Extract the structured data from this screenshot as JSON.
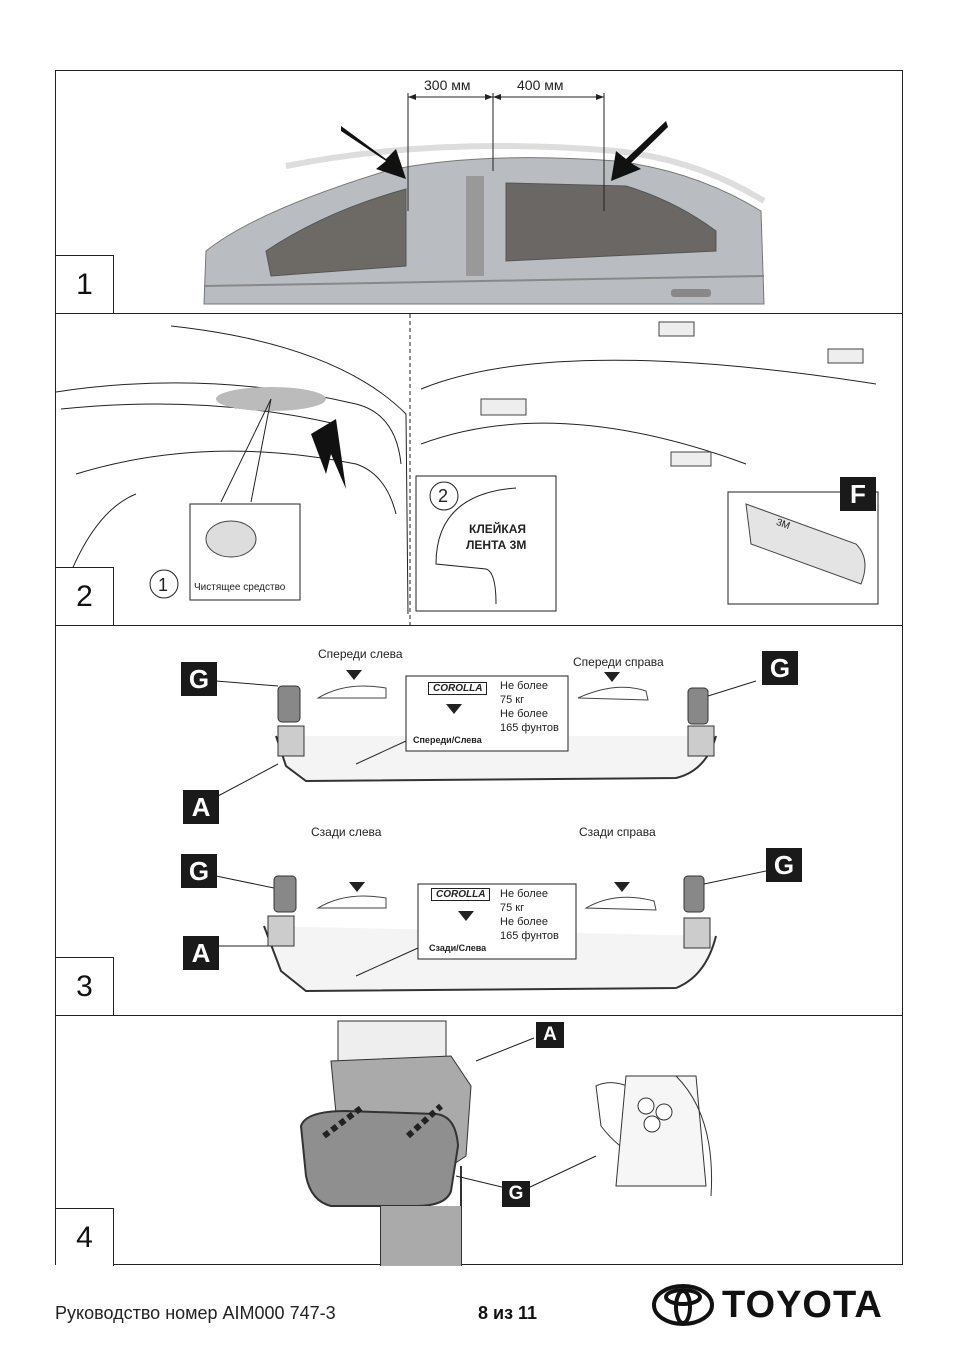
{
  "panel1": {
    "number": "1",
    "dim_left": "300 мм",
    "dim_right": "400 мм"
  },
  "panel2": {
    "number": "2",
    "step1_circle": "1",
    "step1_caption": "Чистящее средство",
    "step2_circle": "2",
    "tape_line1": "КЛЕЙКАЯ",
    "tape_line2": "ЛЕНТА 3М",
    "label_f": "F",
    "tape_brand": "3M"
  },
  "panel3": {
    "number": "3",
    "front_left": "Спереди слева",
    "front_right": "Спереди справа",
    "rear_left": "Сзади слева",
    "rear_right": "Сзади справа",
    "label_g": "G",
    "label_a": "A",
    "box_front": {
      "logo": "COROLLA",
      "limit1": "Не более",
      "limit1_val": "75 кг",
      "limit2": "Не более",
      "limit2_val": "165 фунтов",
      "caption": "Спереди/Слева"
    },
    "box_rear": {
      "logo": "COROLLA",
      "limit1": "Не более",
      "limit1_val": "75 кг",
      "limit2": "Не более",
      "limit2_val": "165 фунтов",
      "caption": "Сзади/Слева"
    }
  },
  "panel4": {
    "number": "4",
    "label_a": "A",
    "label_g": "G"
  },
  "footer": {
    "manual": "Руководство номер AIM000 747-3",
    "page": "8 из 11",
    "brand": "TOYOTA"
  }
}
